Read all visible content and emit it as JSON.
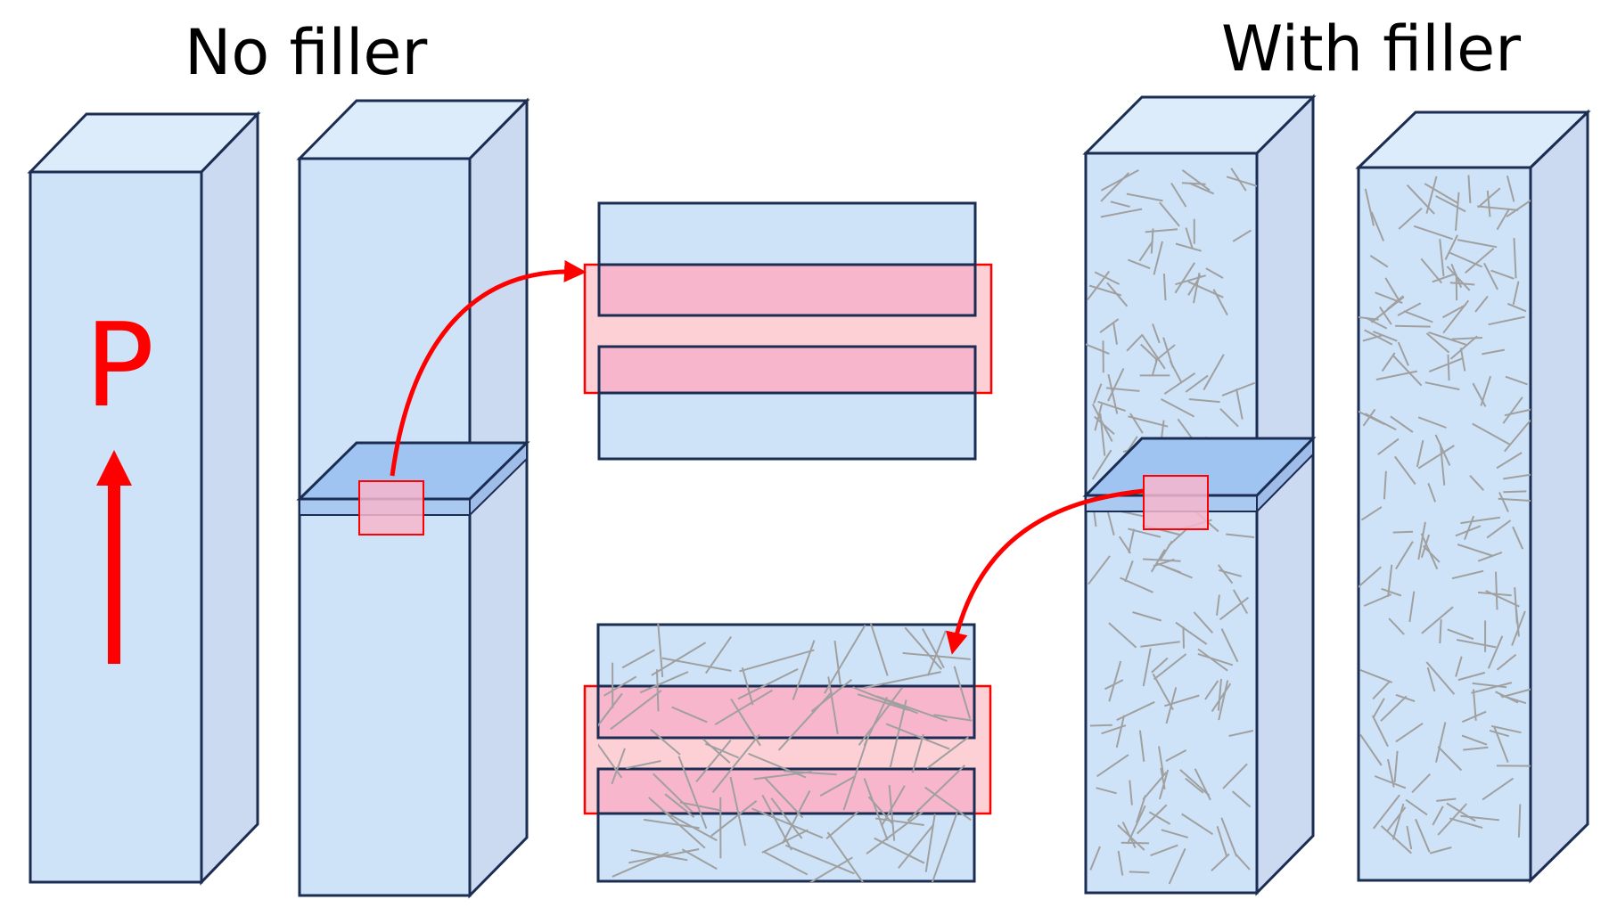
{
  "labels": {
    "left_title": "No filler",
    "right_title": "With filler",
    "polarization_symbol": "P"
  },
  "colors": {
    "front_face": "#cfe3f8",
    "side_face": "#cbdaf0",
    "top_face": "#dcecfb",
    "edge": "#1b2d52",
    "slab_top": "#9fc4f1",
    "pink_fill": "#f7b6cc",
    "band_fill": "#fdd0d6",
    "red": "#ff0000",
    "fiber": "#a0a0a0"
  },
  "icons": {
    "arrow": "up-arrow",
    "connector": "curved-arrow"
  }
}
